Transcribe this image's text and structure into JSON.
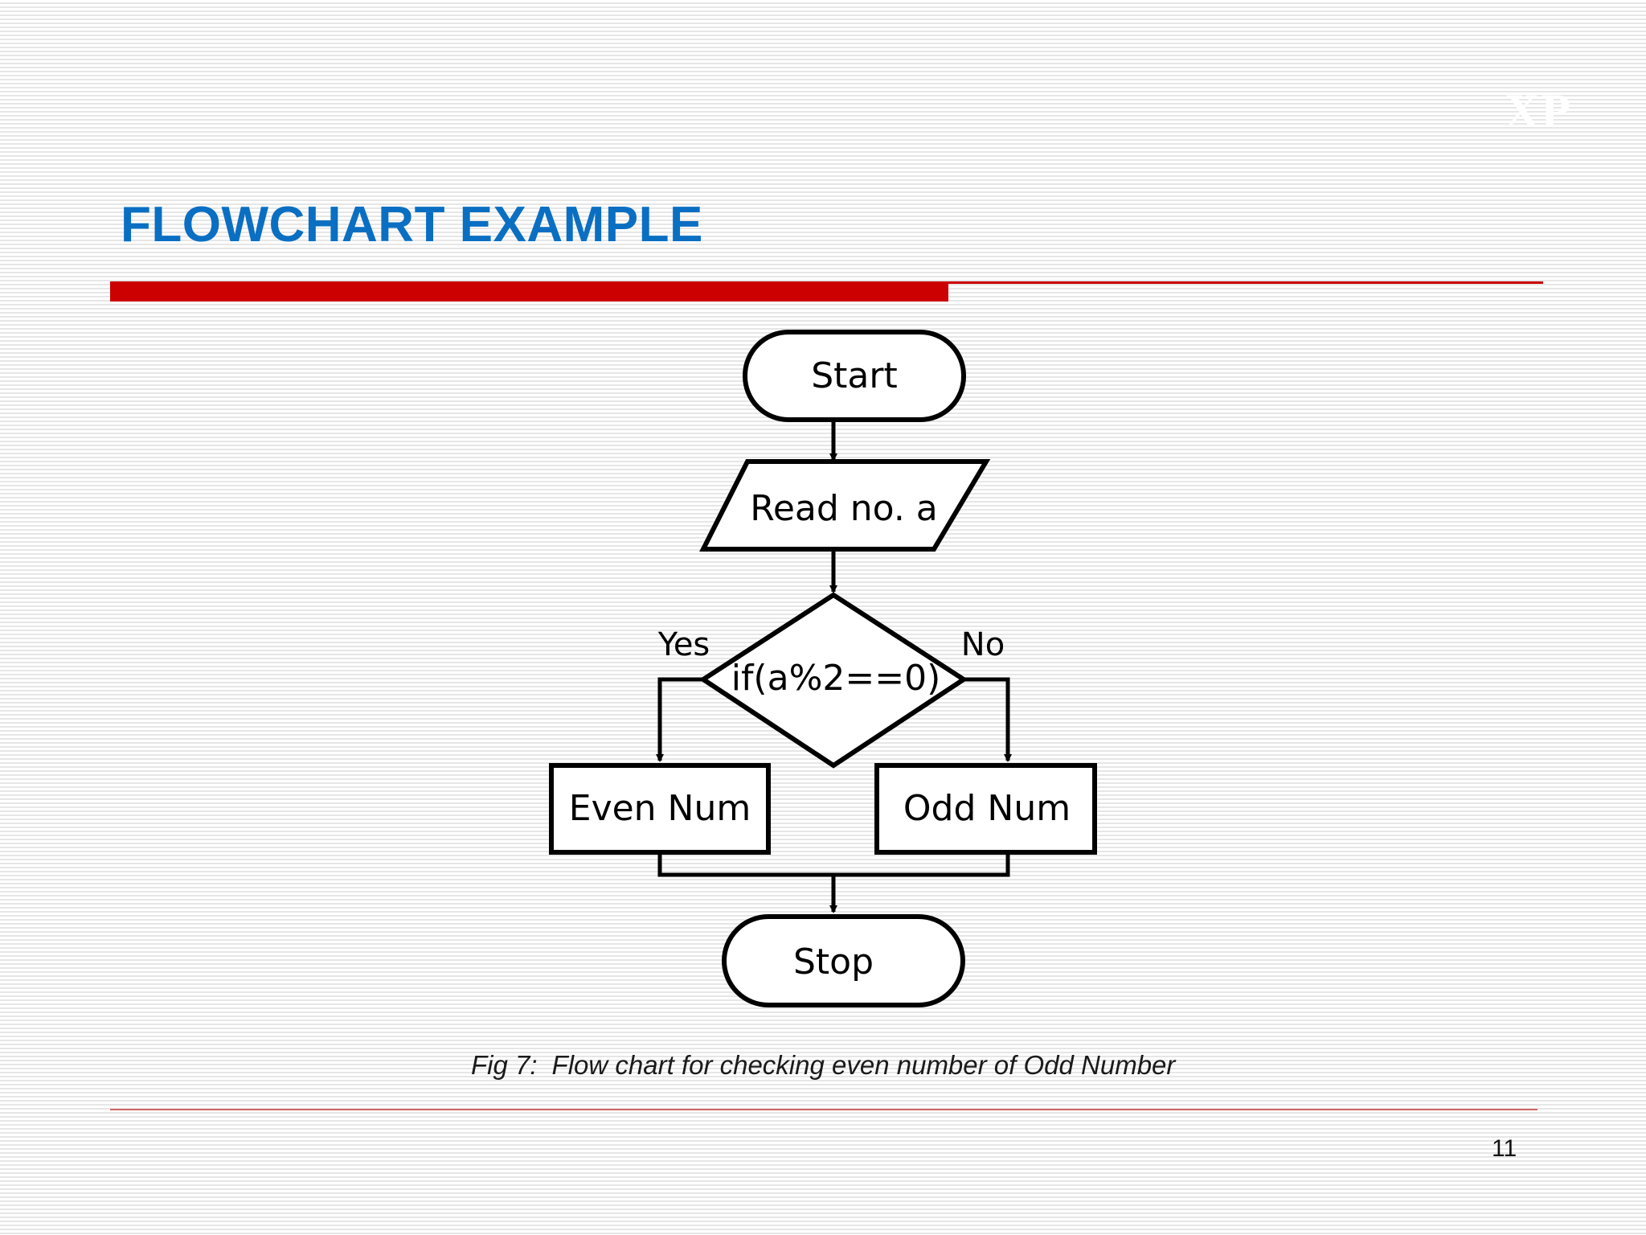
{
  "slide": {
    "watermark": "XP",
    "title": "FLOWCHART EXAMPLE",
    "page_number": "11",
    "colors": {
      "title": "#0a6fc2",
      "rule": "#cc0000"
    }
  },
  "flowchart": {
    "nodes": {
      "start": "Start",
      "read": "Read no. a",
      "decision": "if(a%2==0)",
      "even": "Even Num",
      "odd": "Odd Num",
      "stop": "Stop"
    },
    "branches": {
      "yes": "Yes",
      "no": "No"
    }
  },
  "caption": {
    "label": "Fig 7:",
    "text": "Flow chart for checking even number of Odd Number"
  }
}
